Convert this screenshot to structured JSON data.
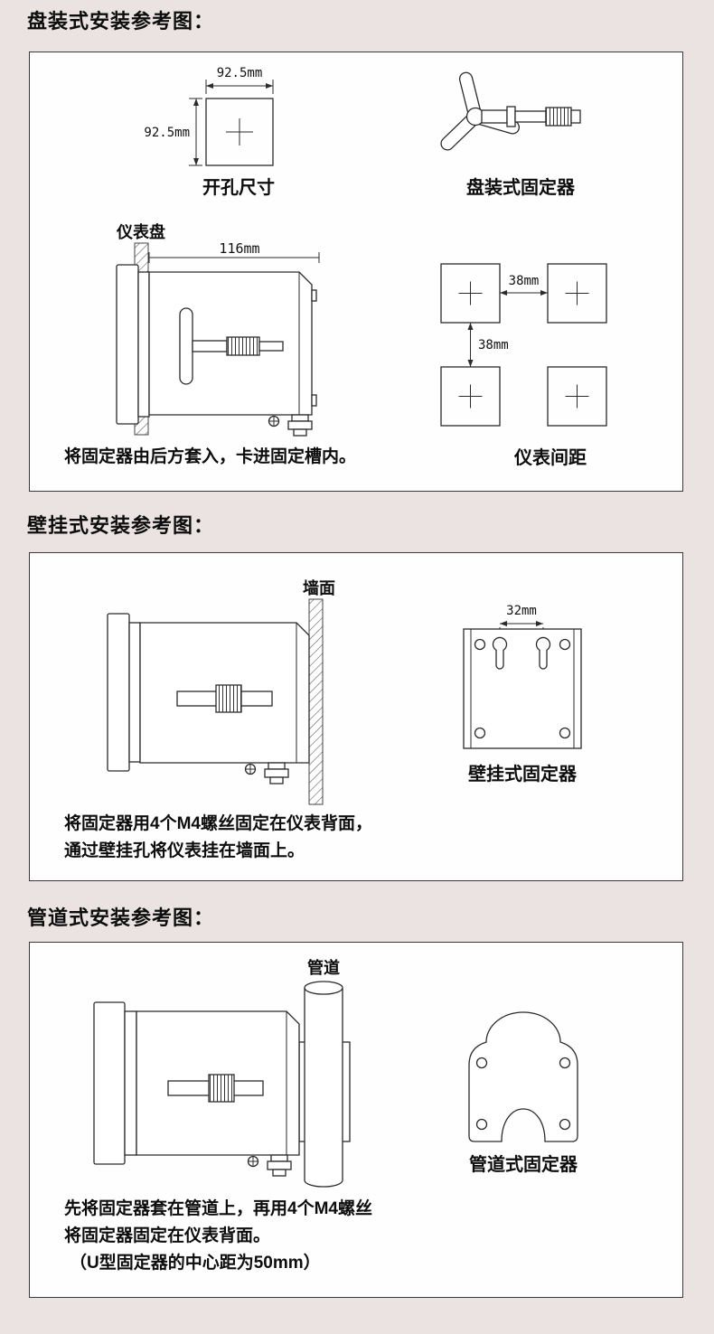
{
  "panel_section": {
    "title": "盘装式安装参考图：",
    "hole": {
      "dim_top": "92.5mm",
      "dim_left": "92.5mm",
      "label": "开孔尺寸"
    },
    "fixer_label": "盘装式固定器",
    "mount": {
      "panel_label": "仪表盘",
      "width_dim": "116mm"
    },
    "caption": "将固定器由后方套入，卡进固定槽内。",
    "spacing": {
      "dim_h": "38mm",
      "dim_v": "38mm",
      "label": "仪表间距"
    }
  },
  "wall_section": {
    "title": "壁挂式安装参考图：",
    "wall_label": "墙面",
    "dim": "32mm",
    "fixer_label": "壁挂式固定器",
    "caption_line1": "将固定器用4个M4螺丝固定在仪表背面，",
    "caption_line2": "通过壁挂孔将仪表挂在墙面上。"
  },
  "pipe_section": {
    "title": "管道式安装参考图：",
    "pipe_label": "管道",
    "fixer_label": "管道式固定器",
    "caption_line1": "先将固定器套在管道上，再用4个M4螺丝",
    "caption_line2": "将固定器固定在仪表背面。",
    "caption_line3": "（U型固定器的中心距为50mm）"
  },
  "colors": {
    "background": "#eae3e2",
    "line": "#2b2b2b"
  }
}
